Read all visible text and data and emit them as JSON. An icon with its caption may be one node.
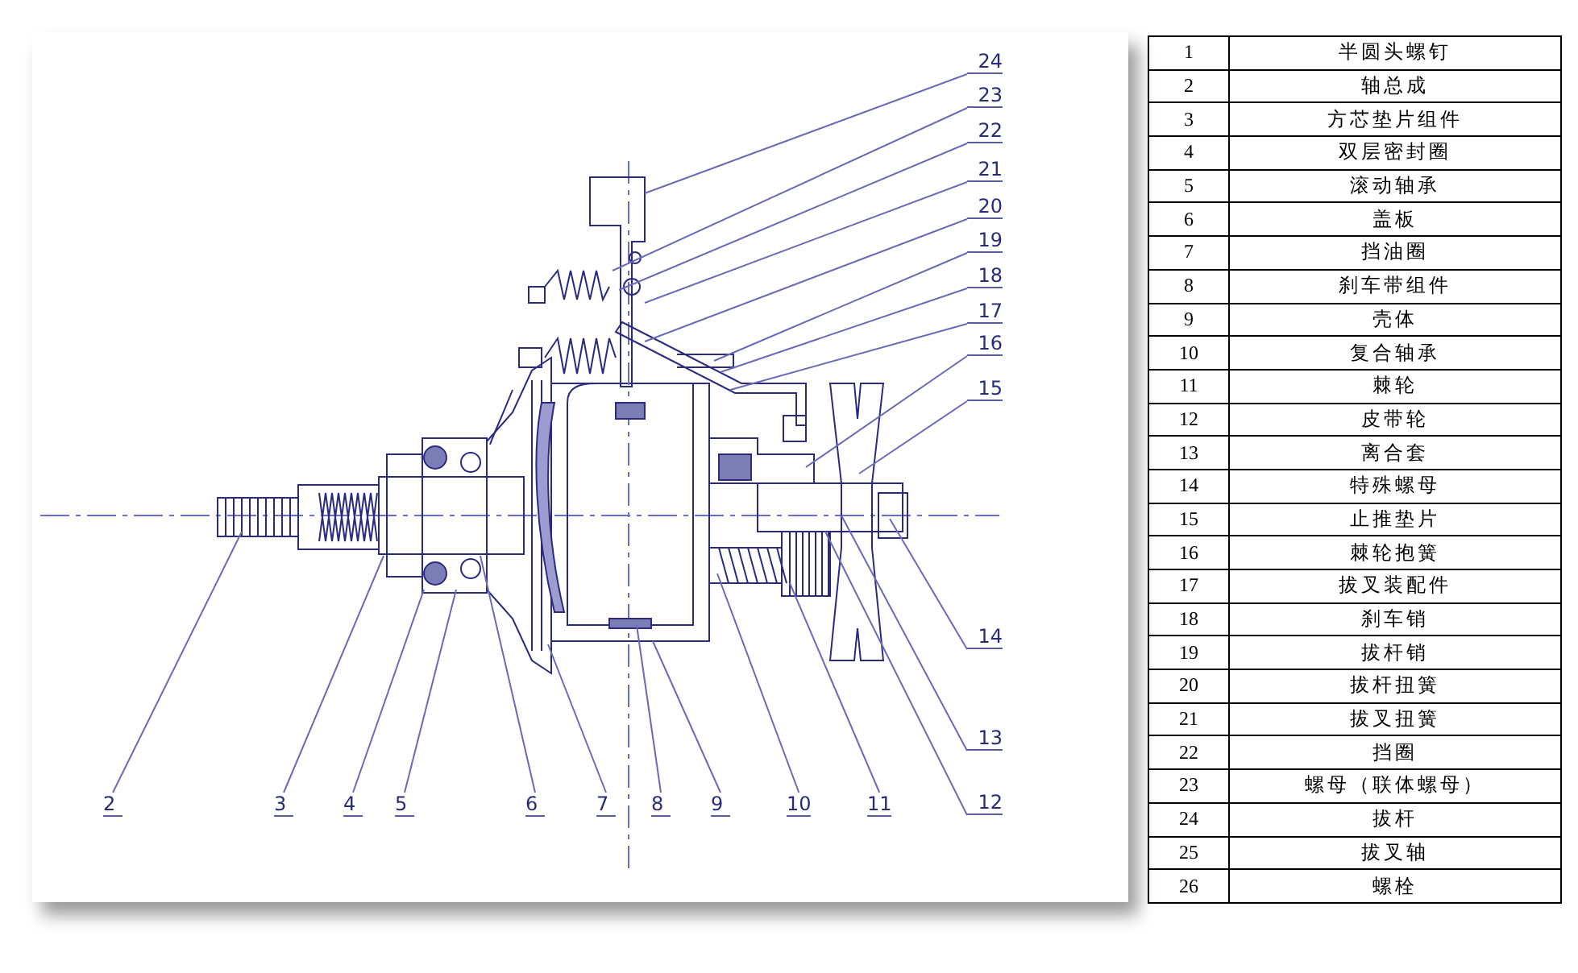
{
  "diagram": {
    "nodes": [
      {
        "text": [
          "2"
        ]
      },
      {
        "text": [
          "3"
        ]
      },
      {
        "text": [
          "4"
        ]
      },
      {
        "text": [
          "5"
        ]
      },
      {
        "text": [
          "6"
        ]
      },
      {
        "text": [
          "7"
        ]
      },
      {
        "text": [
          "8"
        ]
      },
      {
        "text": [
          "9"
        ]
      },
      {
        "text": [
          "10"
        ]
      },
      {
        "text": [
          "11"
        ]
      },
      {
        "text": [
          "12"
        ]
      },
      {
        "text": [
          "13"
        ]
      },
      {
        "text": [
          "14"
        ]
      },
      {
        "text": [
          "15"
        ]
      },
      {
        "text": [
          "16"
        ]
      },
      {
        "text": [
          "17"
        ]
      },
      {
        "text": [
          "18"
        ]
      },
      {
        "text": [
          "19"
        ]
      },
      {
        "text": [
          "20"
        ]
      },
      {
        "text": [
          "21"
        ]
      },
      {
        "text": [
          "22"
        ]
      },
      {
        "text": [
          "23"
        ]
      },
      {
        "text": [
          "24"
        ]
      }
    ],
    "edges": [
      {
        "from": 0,
        "to": null,
        "arrow": "none"
      },
      {
        "from": 1,
        "to": null,
        "arrow": "none"
      },
      {
        "from": 2,
        "to": null,
        "arrow": "none"
      },
      {
        "from": 3,
        "to": null,
        "arrow": "none"
      },
      {
        "from": 4,
        "to": null,
        "arrow": "none"
      },
      {
        "from": 5,
        "to": null,
        "arrow": "none"
      },
      {
        "from": 6,
        "to": null,
        "arrow": "none"
      },
      {
        "from": 7,
        "to": null,
        "arrow": "none"
      },
      {
        "from": 8,
        "to": null,
        "arrow": "none"
      },
      {
        "from": 9,
        "to": null,
        "arrow": "none"
      },
      {
        "from": 10,
        "to": null,
        "arrow": "none"
      },
      {
        "from": 11,
        "to": null,
        "arrow": "none"
      },
      {
        "from": 12,
        "to": null,
        "arrow": "none"
      },
      {
        "from": 13,
        "to": null,
        "arrow": "none"
      },
      {
        "from": 14,
        "to": null,
        "arrow": "none"
      },
      {
        "from": 15,
        "to": null,
        "arrow": "none"
      },
      {
        "from": 16,
        "to": null,
        "arrow": "none"
      },
      {
        "from": 17,
        "to": null,
        "arrow": "none"
      },
      {
        "from": 18,
        "to": null,
        "arrow": "none"
      },
      {
        "from": 19,
        "to": null,
        "arrow": "none"
      },
      {
        "from": 20,
        "to": null,
        "arrow": "none"
      },
      {
        "from": 21,
        "to": null,
        "arrow": "none"
      },
      {
        "from": 22,
        "to": null,
        "arrow": "none"
      }
    ],
    "labels": [
      "1",
      "半圆头螺钉",
      "2",
      "轴总成",
      "3",
      "方芯垫片组件",
      "4",
      "双层密封圈",
      "5",
      "滚动轴承",
      "6",
      "盖板",
      "7",
      "挡油圈",
      "8",
      "刹车带组件",
      "9",
      "壳体",
      "10",
      "复合轴承",
      "11",
      "棘轮",
      "12",
      "皮带轮",
      "13",
      "离合套",
      "14",
      "特殊螺母",
      "15",
      "止推垫片",
      "16",
      "棘轮抱簧",
      "17",
      "拔叉装配件",
      "18",
      "刹车销",
      "19",
      "拔杆销",
      "20",
      "拔杆扭簧",
      "21",
      "拔叉扭簧",
      "22",
      "挡圈",
      "23",
      "螺母（联体螺母）",
      "24",
      "拔杆",
      "25",
      "拔叉轴",
      "26",
      "螺栓"
    ]
  }
}
